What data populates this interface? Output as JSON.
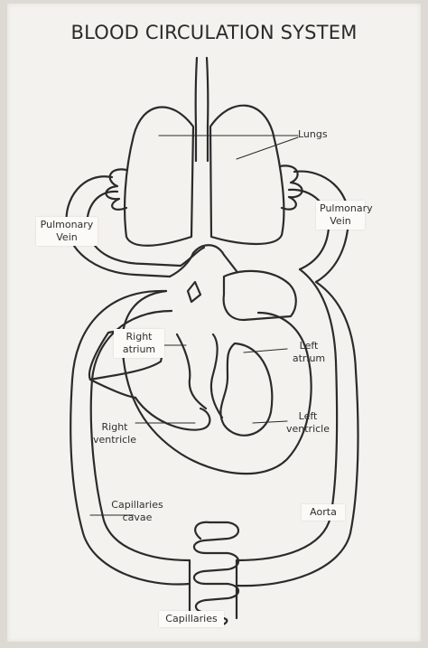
{
  "diagram": {
    "title": "BLOOD CIRCULATION SYSTEM",
    "labels": {
      "lungs": "Lungs",
      "pulmonary_vein_left": "Pulmonary\nVein",
      "pulmonary_vein_right": "Pulmonary\nVein",
      "right_atrium": "Right\natrium",
      "left_atrium": "Left\natrium",
      "right_ventricle": "Right\nventricle",
      "left_ventricle": "Left\nventricle",
      "capillaries_cavae": "Capillaries\ncavae",
      "aorta": "Aorta",
      "capillaries": "Capillaries"
    },
    "colors": {
      "ink": "#2b2b2b",
      "paper": "#f4f2ee"
    }
  }
}
